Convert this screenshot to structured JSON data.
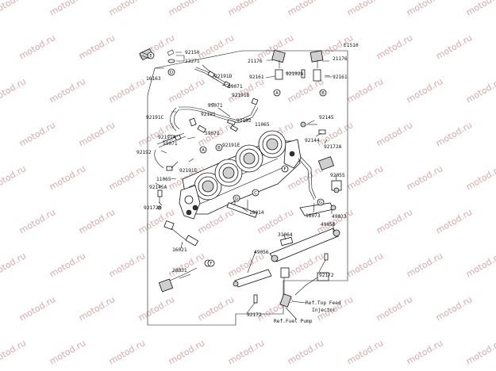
{
  "diagram_code": "E1510",
  "watermark": "motod.ru",
  "refs": {
    "top_feed": "Ref.Top Feed",
    "injector": "Injector",
    "fuel_pump": "Ref.Fuel Pump"
  },
  "letters": {
    "A": "A",
    "B": "B",
    "C": "C",
    "D": "D",
    "E": "E",
    "F": "F",
    "G": "G"
  },
  "parts": {
    "p92150": "92150",
    "p13271": "13271",
    "p16163": "16163",
    "p92191D": "92191D",
    "p59071a": "59071",
    "p92191B": "92191B",
    "p59071b": "59071",
    "p92191": "92191",
    "p92192a": "92192",
    "p11065a": "11065",
    "p92191C": "92191C",
    "p59071c": "59071",
    "p92191A": "92191A",
    "p59071d": "59071",
    "p92191E": "92191E",
    "p92192b": "92192",
    "p11065b": "11065",
    "p92191Eb": "92191E",
    "p92145A": "92145A",
    "p92172B": "92172B",
    "p21176a": "21176",
    "p21176b": "21176",
    "p92161a": "92161",
    "p92192A": "92192A",
    "p92161b": "92161",
    "p92145": "92145",
    "p92144": "92144",
    "p92172A": "92172A",
    "p92055": "92055",
    "p16073": "16073",
    "p49033": "49033",
    "p18014": "18014",
    "p49056a": "49056",
    "p31064": "31064",
    "p16021": "16021",
    "p28031": "28031",
    "p49056b": "49056",
    "p92172a": "92172",
    "p92172b": "92172"
  }
}
